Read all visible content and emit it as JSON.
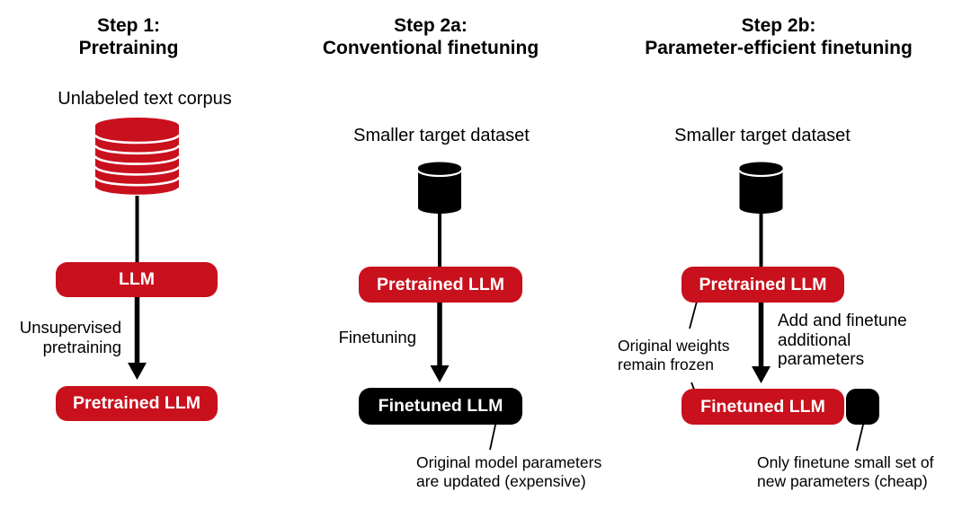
{
  "figure": {
    "type": "diagram",
    "topic": "LLM pretraining and finetuning workflow"
  },
  "colors": {
    "red": "#C9101D",
    "black": "#000000",
    "box_text": "#FFFFFF",
    "background": "#FFFFFF"
  },
  "step1": {
    "title_line1": "Step 1:",
    "title_line2": "Pretraining",
    "dataset_label": "Unlabeled text corpus",
    "dataset_icon": "database-stack-icon",
    "flow_label_line1": "Unsupervised",
    "flow_label_line2": "pretraining",
    "box_top_label": "LLM",
    "box_bottom_label": "Pretrained LLM"
  },
  "step2a": {
    "title_line1": "Step 2a:",
    "title_line2": "Conventional finetuning",
    "dataset_label": "Smaller target dataset",
    "dataset_icon": "database-icon",
    "flow_label": "Finetuning",
    "box_top_label": "Pretrained LLM",
    "box_bottom_label": "Finetuned LLM",
    "annotation_line1": "Original model parameters",
    "annotation_line2": "are updated (expensive)"
  },
  "step2b": {
    "title_line1": "Step 2b:",
    "title_line2": "Parameter-efficient finetuning",
    "dataset_label": "Smaller target dataset",
    "dataset_icon": "database-icon",
    "flow_label_line1": "Add and finetune",
    "flow_label_line2": "additional",
    "flow_label_line3": "parameters",
    "box_top_label": "Pretrained LLM",
    "box_bottom_label": "Finetuned LLM",
    "adapter_icon": "adapter-block-icon",
    "frozen_annotation_line1": "Original weights",
    "frozen_annotation_line2": "remain frozen",
    "adapter_annotation_line1": "Only finetune small set of",
    "adapter_annotation_line2": "new parameters (cheap)"
  }
}
